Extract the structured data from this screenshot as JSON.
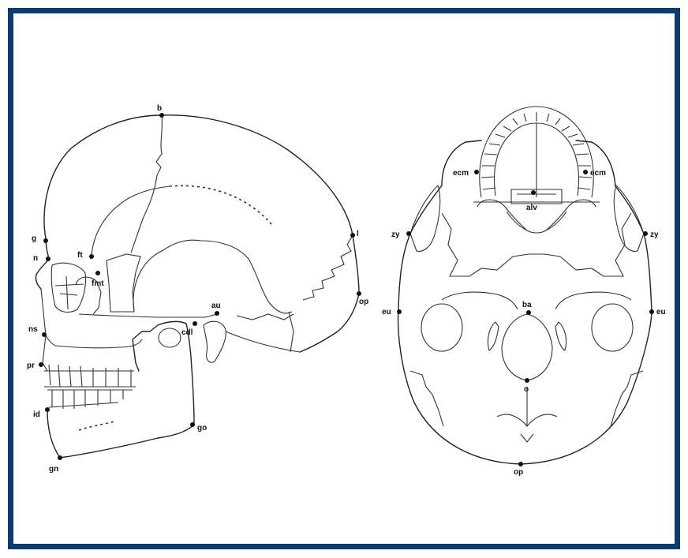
{
  "figure": {
    "border_color": "#0d3a6e",
    "lateral_view": {
      "landmarks": [
        {
          "id": "b",
          "label": "b"
        },
        {
          "id": "g",
          "label": "g"
        },
        {
          "id": "n",
          "label": "n"
        },
        {
          "id": "ft",
          "label": "ft"
        },
        {
          "id": "fmt",
          "label": "fmt"
        },
        {
          "id": "l",
          "label": "l"
        },
        {
          "id": "op",
          "label": "op"
        },
        {
          "id": "au",
          "label": "au"
        },
        {
          "id": "cdl",
          "label": "cdl"
        },
        {
          "id": "ns",
          "label": "ns"
        },
        {
          "id": "pr",
          "label": "pr"
        },
        {
          "id": "id",
          "label": "id"
        },
        {
          "id": "go",
          "label": "go"
        },
        {
          "id": "gn",
          "label": "gn"
        }
      ]
    },
    "basal_view": {
      "landmarks": [
        {
          "id": "ecm_l",
          "label": "ecm"
        },
        {
          "id": "ecm_r",
          "label": "ecm"
        },
        {
          "id": "alv",
          "label": "alv"
        },
        {
          "id": "zy_l",
          "label": "zy"
        },
        {
          "id": "zy_r",
          "label": "zy"
        },
        {
          "id": "eu_l",
          "label": "eu"
        },
        {
          "id": "eu_r",
          "label": "eu"
        },
        {
          "id": "ba",
          "label": "ba"
        },
        {
          "id": "o",
          "label": "o"
        },
        {
          "id": "op2",
          "label": "op"
        }
      ]
    }
  }
}
